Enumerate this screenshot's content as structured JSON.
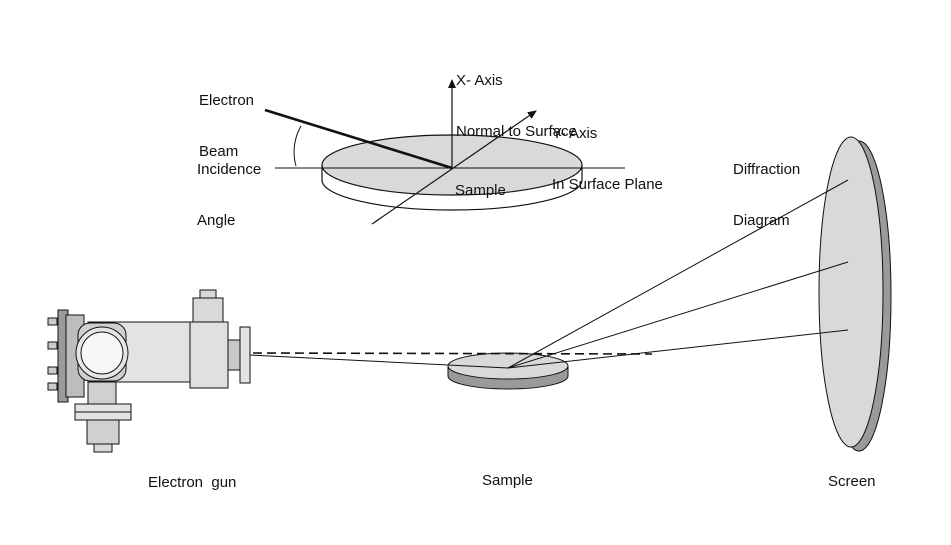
{
  "top_diagram": {
    "electron_beam_line1": "Electron",
    "electron_beam_line2": "Beam",
    "incidence_line1": "Incidence",
    "incidence_line2": "Angle",
    "x_axis_line1": "X- Axis",
    "x_axis_line2": "Normal to Surface",
    "y_axis_line1": "Y- Axis",
    "y_axis_line2": "In Surface Plane",
    "sample_label": "Sample"
  },
  "diffraction": {
    "line1": "Diffraction",
    "line2": "Diagram"
  },
  "bottom_labels": {
    "gun": "Electron  gun",
    "sample": "Sample",
    "screen": "Screen"
  },
  "colors": {
    "fill_gray": "#d9d9d9",
    "dark_gray": "#9a9a9a",
    "stroke": "#111111"
  }
}
